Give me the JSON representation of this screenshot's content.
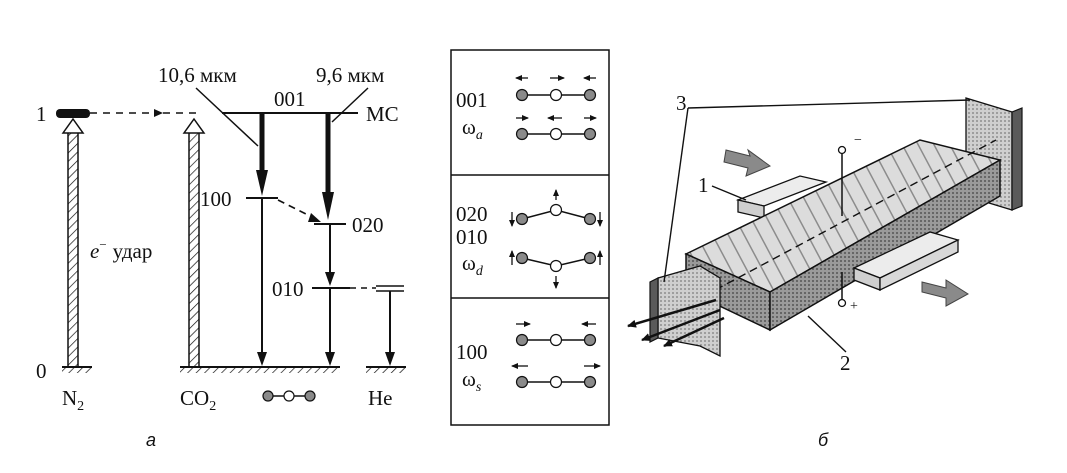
{
  "energy_diagram": {
    "level_1": "1",
    "level_0": "0",
    "n2": "N",
    "n2_sub": "2",
    "co2": "CO",
    "co2_sub": "2",
    "he": "He",
    "electron": "e",
    "electron_sup": "−",
    "impact": "удар",
    "wl_106": "10,6 мкм",
    "wl_96": "9,6 мкм",
    "level_001": "001",
    "level_100": "100",
    "level_020": "020",
    "level_010": "010",
    "ms": "МС",
    "caption": "а"
  },
  "modes_table": {
    "row_a_code": "001",
    "row_a_omega": "ω",
    "row_a_sub": "a",
    "row_d_code1": "020",
    "row_d_code2": "010",
    "row_d_omega": "ω",
    "row_d_sub": "d",
    "row_s_code": "100",
    "row_s_omega": "ω",
    "row_s_sub": "s"
  },
  "laser_drawing": {
    "label_1": "1",
    "label_2": "2",
    "label_3": "3",
    "minus": "−",
    "plus": "+",
    "caption": "б"
  },
  "colors": {
    "ink": "#111111",
    "filled_atom": "#8a8a8a",
    "box_light": "#d6d6d6",
    "box_dark": "#9a9a9a"
  }
}
